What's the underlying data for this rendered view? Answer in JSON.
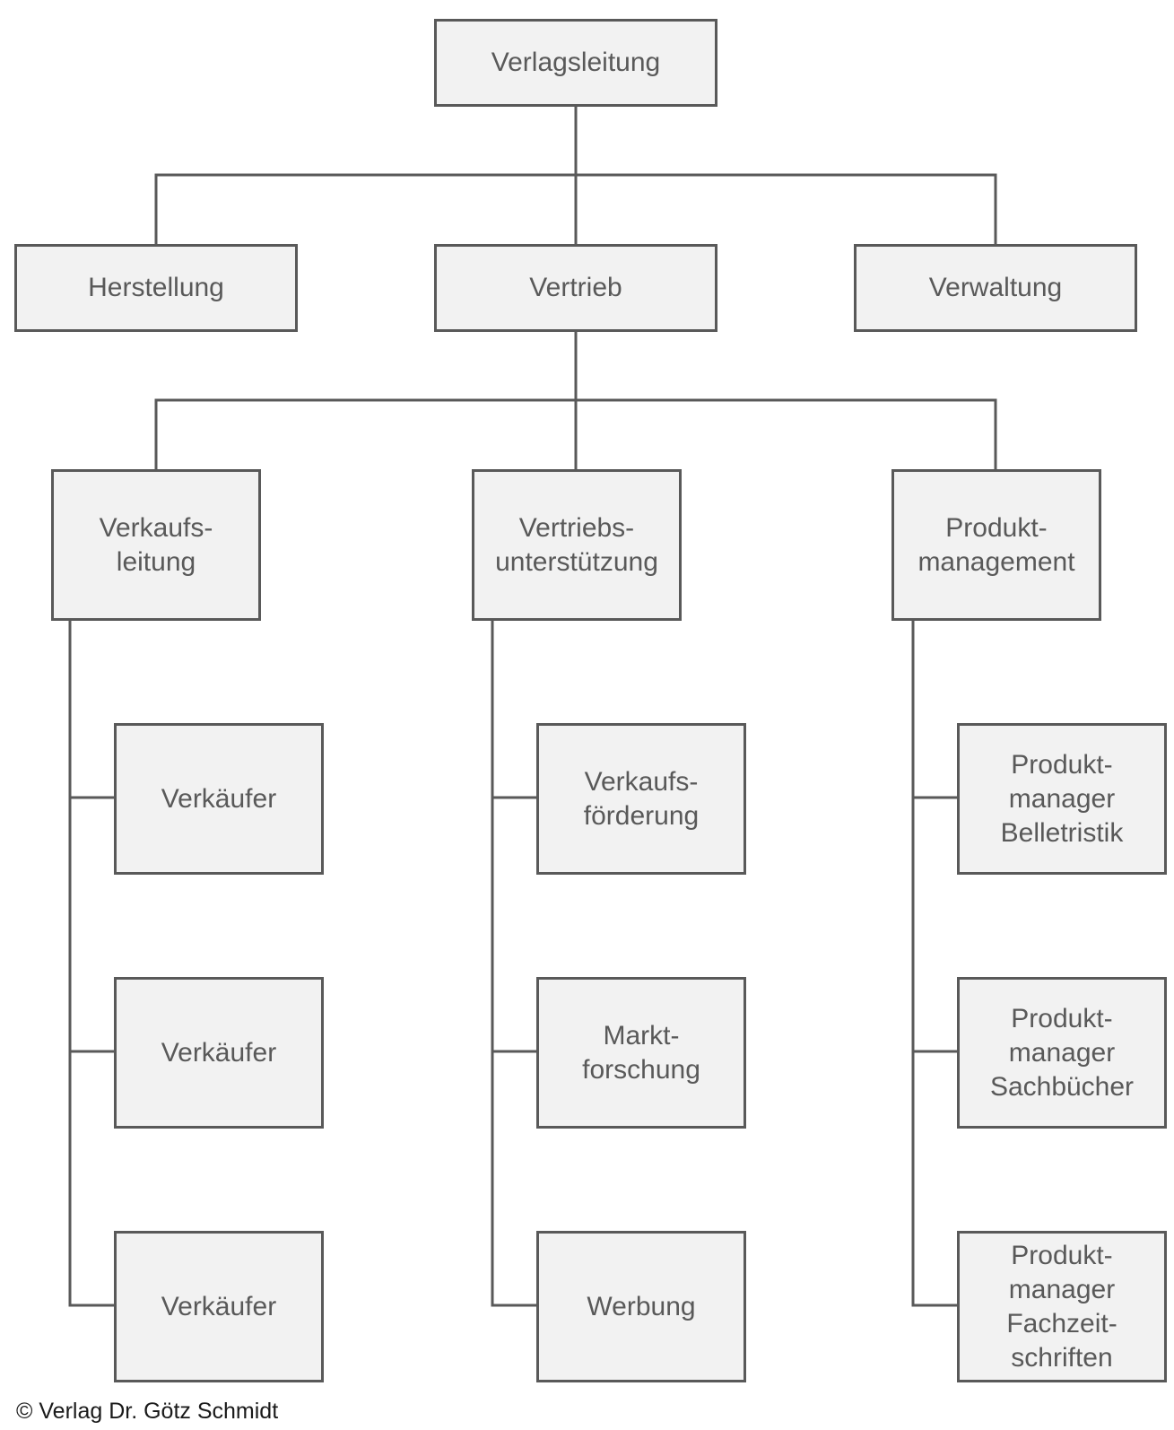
{
  "colors": {
    "box_fill": "#f2f2f2",
    "box_border": "#595959",
    "connector": "#595959",
    "text": "#595959",
    "copyright_text": "#1a1a1a"
  },
  "nodes": {
    "verlagsleitung": "Verlagsleitung",
    "herstellung": "Herstellung",
    "vertrieb": "Vertrieb",
    "verwaltung": "Verwaltung",
    "verkaufsleitung": "Verkaufs-\nleitung",
    "vertriebsunterstuetzung": "Vertriebs-\nunterstützung",
    "produktmanagement": "Produkt-\nmanagement",
    "verkaeufer_1": "Verkäufer",
    "verkaeufer_2": "Verkäufer",
    "verkaeufer_3": "Verkäufer",
    "verkaufsfoerderung": "Verkaufs-\nförderung",
    "marktforschung": "Markt-\nforschung",
    "werbung": "Werbung",
    "pm_belletristik": "Produkt-\nmanager\nBelletristik",
    "pm_sachbuecher": "Produkt-\nmanager\nSachbücher",
    "pm_fachzeitschriften": "Produkt-\nmanager\nFachzeit-\nschriften"
  },
  "footer": {
    "copyright": "© Verlag Dr. Götz Schmidt"
  }
}
